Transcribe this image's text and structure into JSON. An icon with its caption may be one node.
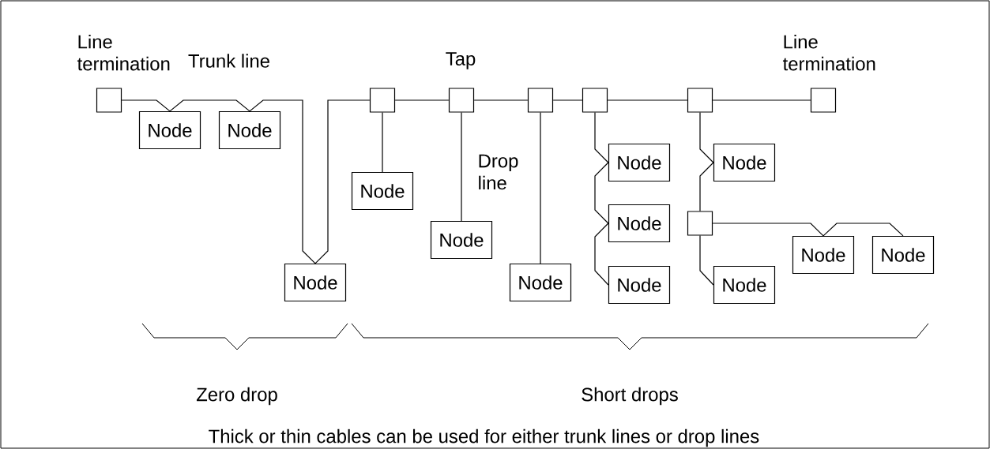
{
  "diagram": {
    "caption": "Thick or thin cables can be used for either trunk lines or drop lines",
    "nodes": [
      {
        "text": [],
        "shape": "box",
        "beside": [
          "Line termination"
        ]
      },
      {
        "text": [
          "Node"
        ]
      },
      {
        "text": [
          "Node"
        ]
      },
      {
        "text": [
          "Node"
        ]
      },
      {
        "text": [],
        "shape": "box"
      },
      {
        "text": [
          "Node"
        ]
      },
      {
        "text": [],
        "shape": "box"
      },
      {
        "text": [
          "Node"
        ]
      },
      {
        "text": [],
        "shape": "box"
      },
      {
        "text": [
          "Node"
        ]
      },
      {
        "text": [],
        "shape": "box"
      },
      {
        "text": [
          "Node"
        ]
      },
      {
        "text": [
          "Node"
        ]
      },
      {
        "text": [
          "Node"
        ]
      },
      {
        "text": [],
        "shape": "box"
      },
      {
        "text": [
          "Node"
        ]
      },
      {
        "text": [],
        "shape": "box"
      },
      {
        "text": [
          "Node"
        ]
      },
      {
        "text": [
          "Node"
        ]
      },
      {
        "text": [
          "Node"
        ]
      },
      {
        "text": [],
        "shape": "box",
        "beside": [
          "Line termination"
        ]
      }
    ],
    "edges": [
      {
        "from": 0,
        "to": 1,
        "arrow": "none"
      },
      {
        "from": 1,
        "to": 2,
        "arrow": "none"
      },
      {
        "from": 2,
        "to": 3,
        "arrow": "none"
      },
      {
        "from": 3,
        "to": 4,
        "arrow": "none"
      },
      {
        "from": 4,
        "to": 6,
        "arrow": "none"
      },
      {
        "from": 6,
        "to": 8,
        "arrow": "none"
      },
      {
        "from": 8,
        "to": 10,
        "arrow": "none"
      },
      {
        "from": 10,
        "to": 14,
        "arrow": "none"
      },
      {
        "from": 14,
        "to": 20,
        "arrow": "none"
      },
      {
        "from": 4,
        "to": 5,
        "arrow": "none"
      },
      {
        "from": 6,
        "to": 7,
        "arrow": "none"
      },
      {
        "from": 8,
        "to": 9,
        "arrow": "none"
      },
      {
        "from": 10,
        "to": 11,
        "arrow": "none"
      },
      {
        "from": 11,
        "to": 12,
        "arrow": "none"
      },
      {
        "from": 12,
        "to": 13,
        "arrow": "none"
      },
      {
        "from": 14,
        "to": 15,
        "arrow": "none"
      },
      {
        "from": 15,
        "to": 16,
        "arrow": "none"
      },
      {
        "from": 16,
        "to": 17,
        "arrow": "none"
      },
      {
        "from": 16,
        "to": 18,
        "arrow": "none"
      },
      {
        "from": 18,
        "to": 19,
        "arrow": "none"
      }
    ],
    "labels": [
      "Trunk line",
      "Tap",
      "Drop line",
      "Zero drop",
      "Short drops"
    ]
  }
}
